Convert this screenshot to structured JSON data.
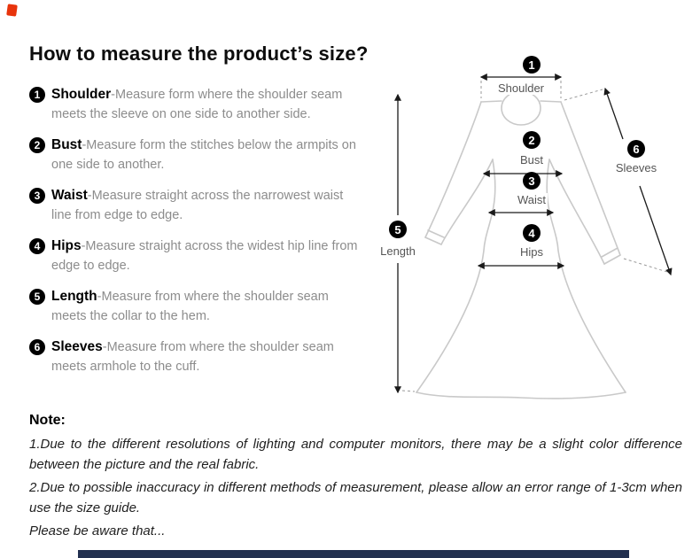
{
  "page": {
    "title": "How to measure the product’s size?"
  },
  "instructions": [
    {
      "num": "1",
      "term": "Shoulder",
      "desc": "-Measure form where the shoulder seam meets the sleeve on one side to another side."
    },
    {
      "num": "2",
      "term": "Bust",
      "desc": "-Measure form the stitches below the armpits on one side to another."
    },
    {
      "num": "3",
      "term": "Waist",
      "desc": "-Measure straight across the narrowest waist line from edge to edge."
    },
    {
      "num": "4",
      "term": "Hips",
      "desc": "-Measure straight across the widest hip line from edge to edge."
    },
    {
      "num": "5",
      "term": "Length",
      "desc": "-Measure from where the shoulder seam meets the collar to the hem."
    },
    {
      "num": "6",
      "term": "Sleeves",
      "desc": "-Measure from where the shoulder seam meets armhole to the cuff."
    }
  ],
  "diagram": {
    "markers": [
      {
        "num": "1",
        "label": "Shoulder"
      },
      {
        "num": "2",
        "label": "Bust"
      },
      {
        "num": "3",
        "label": "Waist"
      },
      {
        "num": "4",
        "label": "Hips"
      },
      {
        "num": "5",
        "label": "Length"
      },
      {
        "num": "6",
        "label": "Sleeves"
      }
    ]
  },
  "note": {
    "heading": "Note:",
    "lines": [
      "1.Due to the different resolutions of lighting and computer monitors, there may be a slight color difference between the picture and the real fabric.",
      "2.Due to possible inaccuracy in different methods of measurement, please allow an error range of 1-3cm when use the size guide.",
      "Please be aware that..."
    ]
  },
  "colors": {
    "accent": "#000000",
    "muted_text": "#8c8c8c",
    "outline": "#c9c9c9",
    "corner_mark": "#e8340c",
    "bottom_bar": "#223050"
  }
}
